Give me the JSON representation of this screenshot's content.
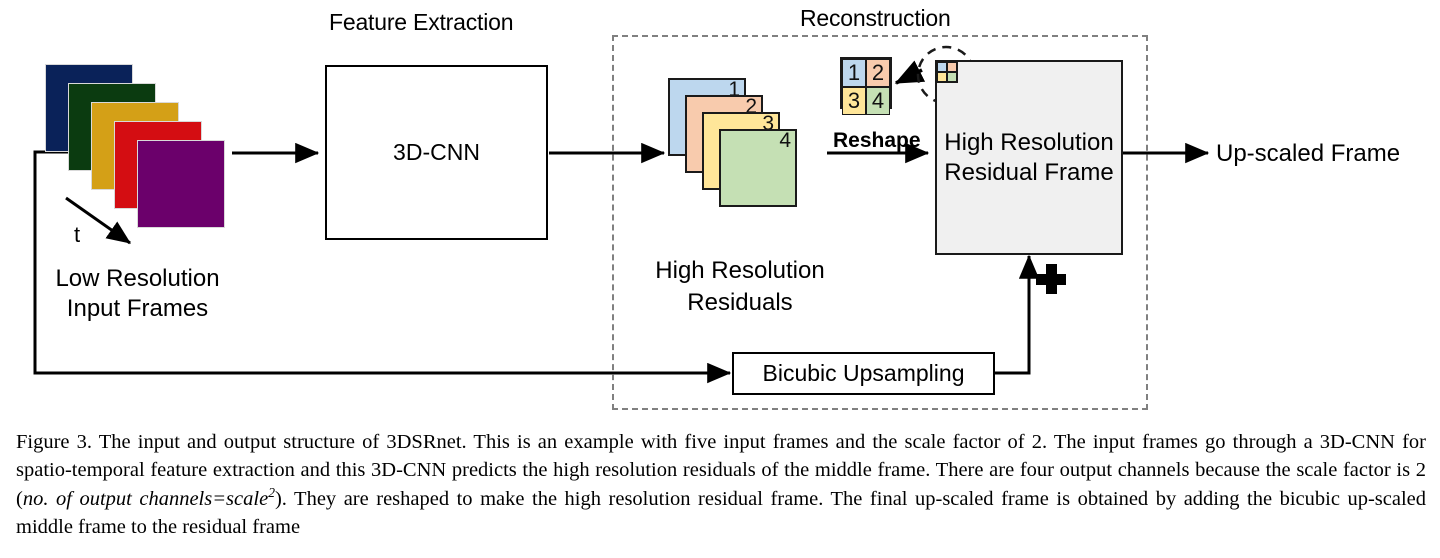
{
  "figure": {
    "sections": {
      "feature_extraction": "Feature Extraction",
      "reconstruction": "Reconstruction"
    },
    "boxes": {
      "cnn": "3D-CNN",
      "bicubic": "Bicubic Upsampling",
      "residual_frame_line1": "High Resolution",
      "residual_frame_line2": "Residual Frame"
    },
    "labels": {
      "input_line1": "Low Resolution",
      "input_line2": "Input Frames",
      "time_axis": "t",
      "residuals_line1": "High Resolution",
      "residuals_line2": "Residuals",
      "reshape": "Reshape",
      "output": "Up-scaled Frame",
      "plus": "+"
    },
    "input_frames": [
      {
        "color": "#0A2259"
      },
      {
        "color": "#0B3B10"
      },
      {
        "color": "#D4A017"
      },
      {
        "color": "#D40D12"
      },
      {
        "color": "#6B006B"
      }
    ],
    "residual_frames": [
      {
        "number": "1",
        "color": "#BDD7EE"
      },
      {
        "number": "2",
        "color": "#F8CBAD"
      },
      {
        "number": "3",
        "color": "#FFE699"
      },
      {
        "number": "4",
        "color": "#C5E0B4"
      }
    ],
    "reshape_grid": [
      {
        "number": "1",
        "color": "#BDD7EE"
      },
      {
        "number": "2",
        "color": "#F8CBAD"
      },
      {
        "number": "3",
        "color": "#FFE699"
      },
      {
        "number": "4",
        "color": "#C5E0B4"
      }
    ],
    "colors": {
      "dashed_border": "#808080",
      "stroke": "#1a1a1a",
      "residual_frame_fill": "#f0f0f0"
    }
  },
  "caption": {
    "full_text": "Figure 3. The input and output structure of 3DSRnet. This is an example with five input frames and the scale factor of 2. The input frames go through a 3D-CNN for spatio-temporal feature extraction and this 3D-CNN predicts the high resolution residuals of the middle frame. There are four output channels because the scale factor is 2 (no. of output channels=scale2). They are reshaped to make the high resolution residual frame. The final up-scaled frame is obtained by adding the bicubic up-scaled middle frame to the residual frame",
    "part1": "Figure 3. The input and output structure of 3DSRnet. This is an example with five input frames and the scale factor of 2. The input frames go through a 3D-CNN for spatio-temporal feature extraction and this 3D-CNN predicts the high resolution residuals of the middle frame. There are four output channels because the scale factor is 2 (",
    "italic1": "no. of output channels=scale",
    "sup1": "2",
    "part2": "). They are reshaped to make the high resolution residual frame. The final up-scaled frame is obtained by adding the bicubic up-scaled middle frame to the residual frame"
  }
}
